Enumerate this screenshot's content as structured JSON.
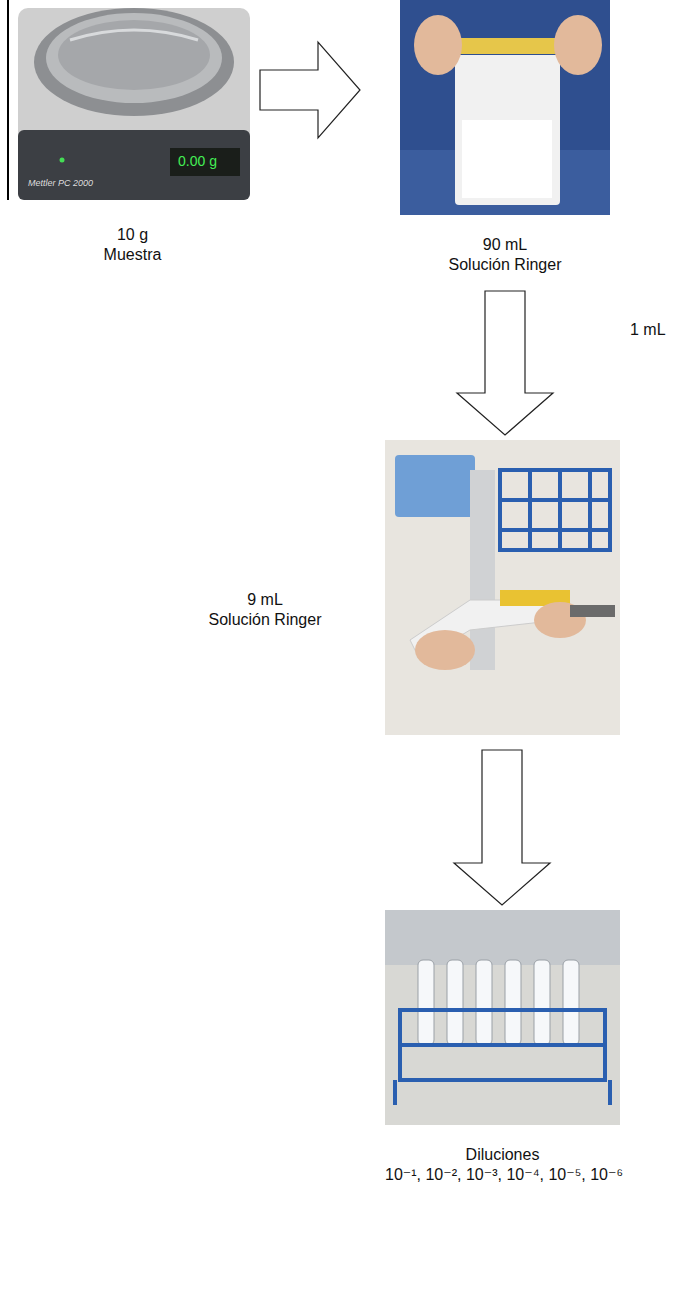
{
  "diagram": {
    "nodes": [
      {
        "text": [
          "10 g",
          "Muestra"
        ]
      },
      {
        "text": [
          "90 mL",
          "Solución Ringer"
        ]
      },
      {
        "text": [
          "9 mL",
          "Solución Ringer"
        ]
      },
      {
        "text": [
          "Diluciones",
          "10⁻¹, 10⁻², 10⁻³, 10⁻⁴, 10⁻⁵, 10⁻⁶"
        ]
      }
    ],
    "edges": [
      {
        "from": 0,
        "to": 1,
        "arrow": "to"
      },
      {
        "from": 1,
        "to": 2,
        "arrow": "to",
        "label": "1 mL"
      },
      {
        "from": 2,
        "to": 3,
        "arrow": "to"
      }
    ],
    "labels": [
      "Mettler PC 2000",
      "0.00 g"
    ]
  }
}
